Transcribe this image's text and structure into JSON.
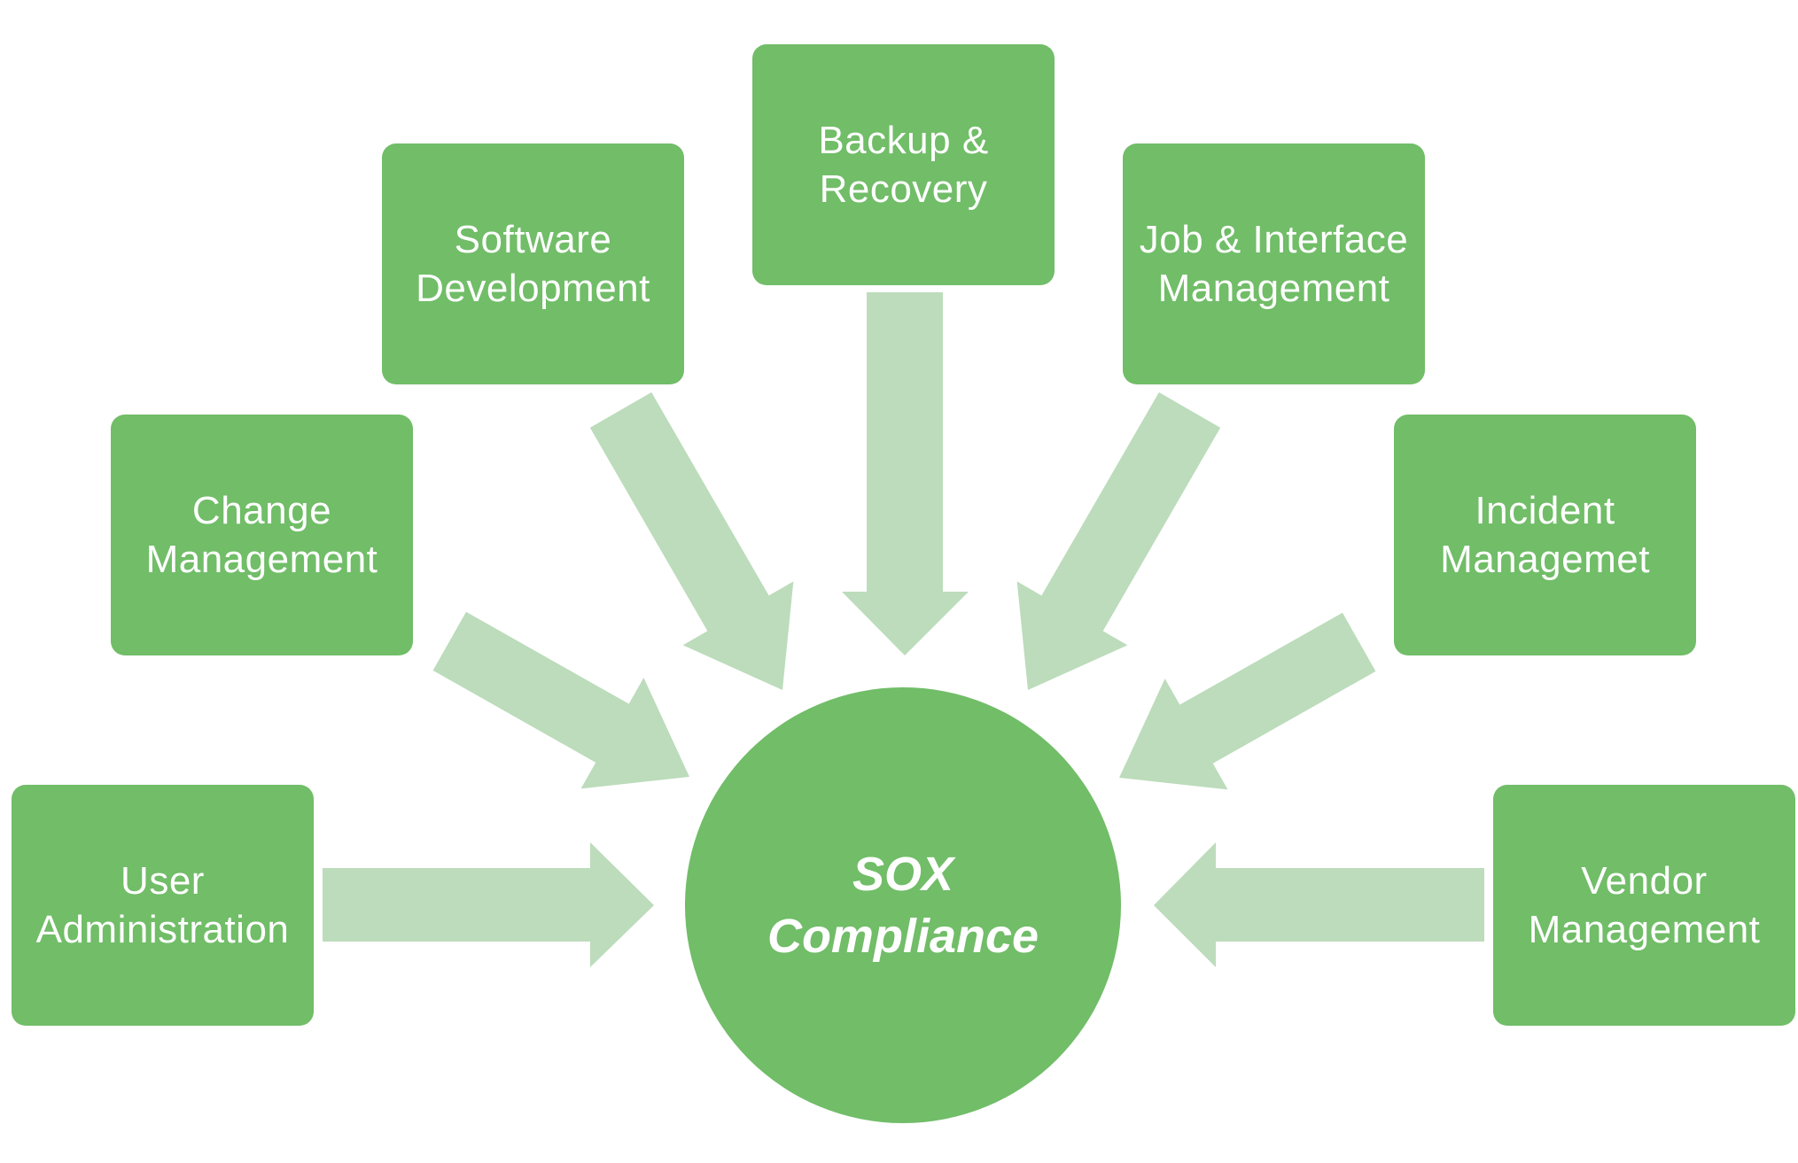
{
  "colors": {
    "node_fill": "#71bd68",
    "arrow_fill": "#bcdcbb",
    "text": "#ffffff",
    "background": "#ffffff"
  },
  "hub": {
    "label": "SOX\nCompliance"
  },
  "nodes": [
    {
      "id": "user-administration",
      "label": "User\nAdministration"
    },
    {
      "id": "change-management",
      "label": "Change\nManagement"
    },
    {
      "id": "software-development",
      "label": "Software\nDevelopment"
    },
    {
      "id": "backup-recovery",
      "label": "Backup &\nRecovery"
    },
    {
      "id": "job-interface-management",
      "label": "Job & Interface\nManagement"
    },
    {
      "id": "incident-managemet",
      "label": "Incident\nManagemet"
    },
    {
      "id": "vendor-management",
      "label": "Vendor\nManagement"
    }
  ]
}
